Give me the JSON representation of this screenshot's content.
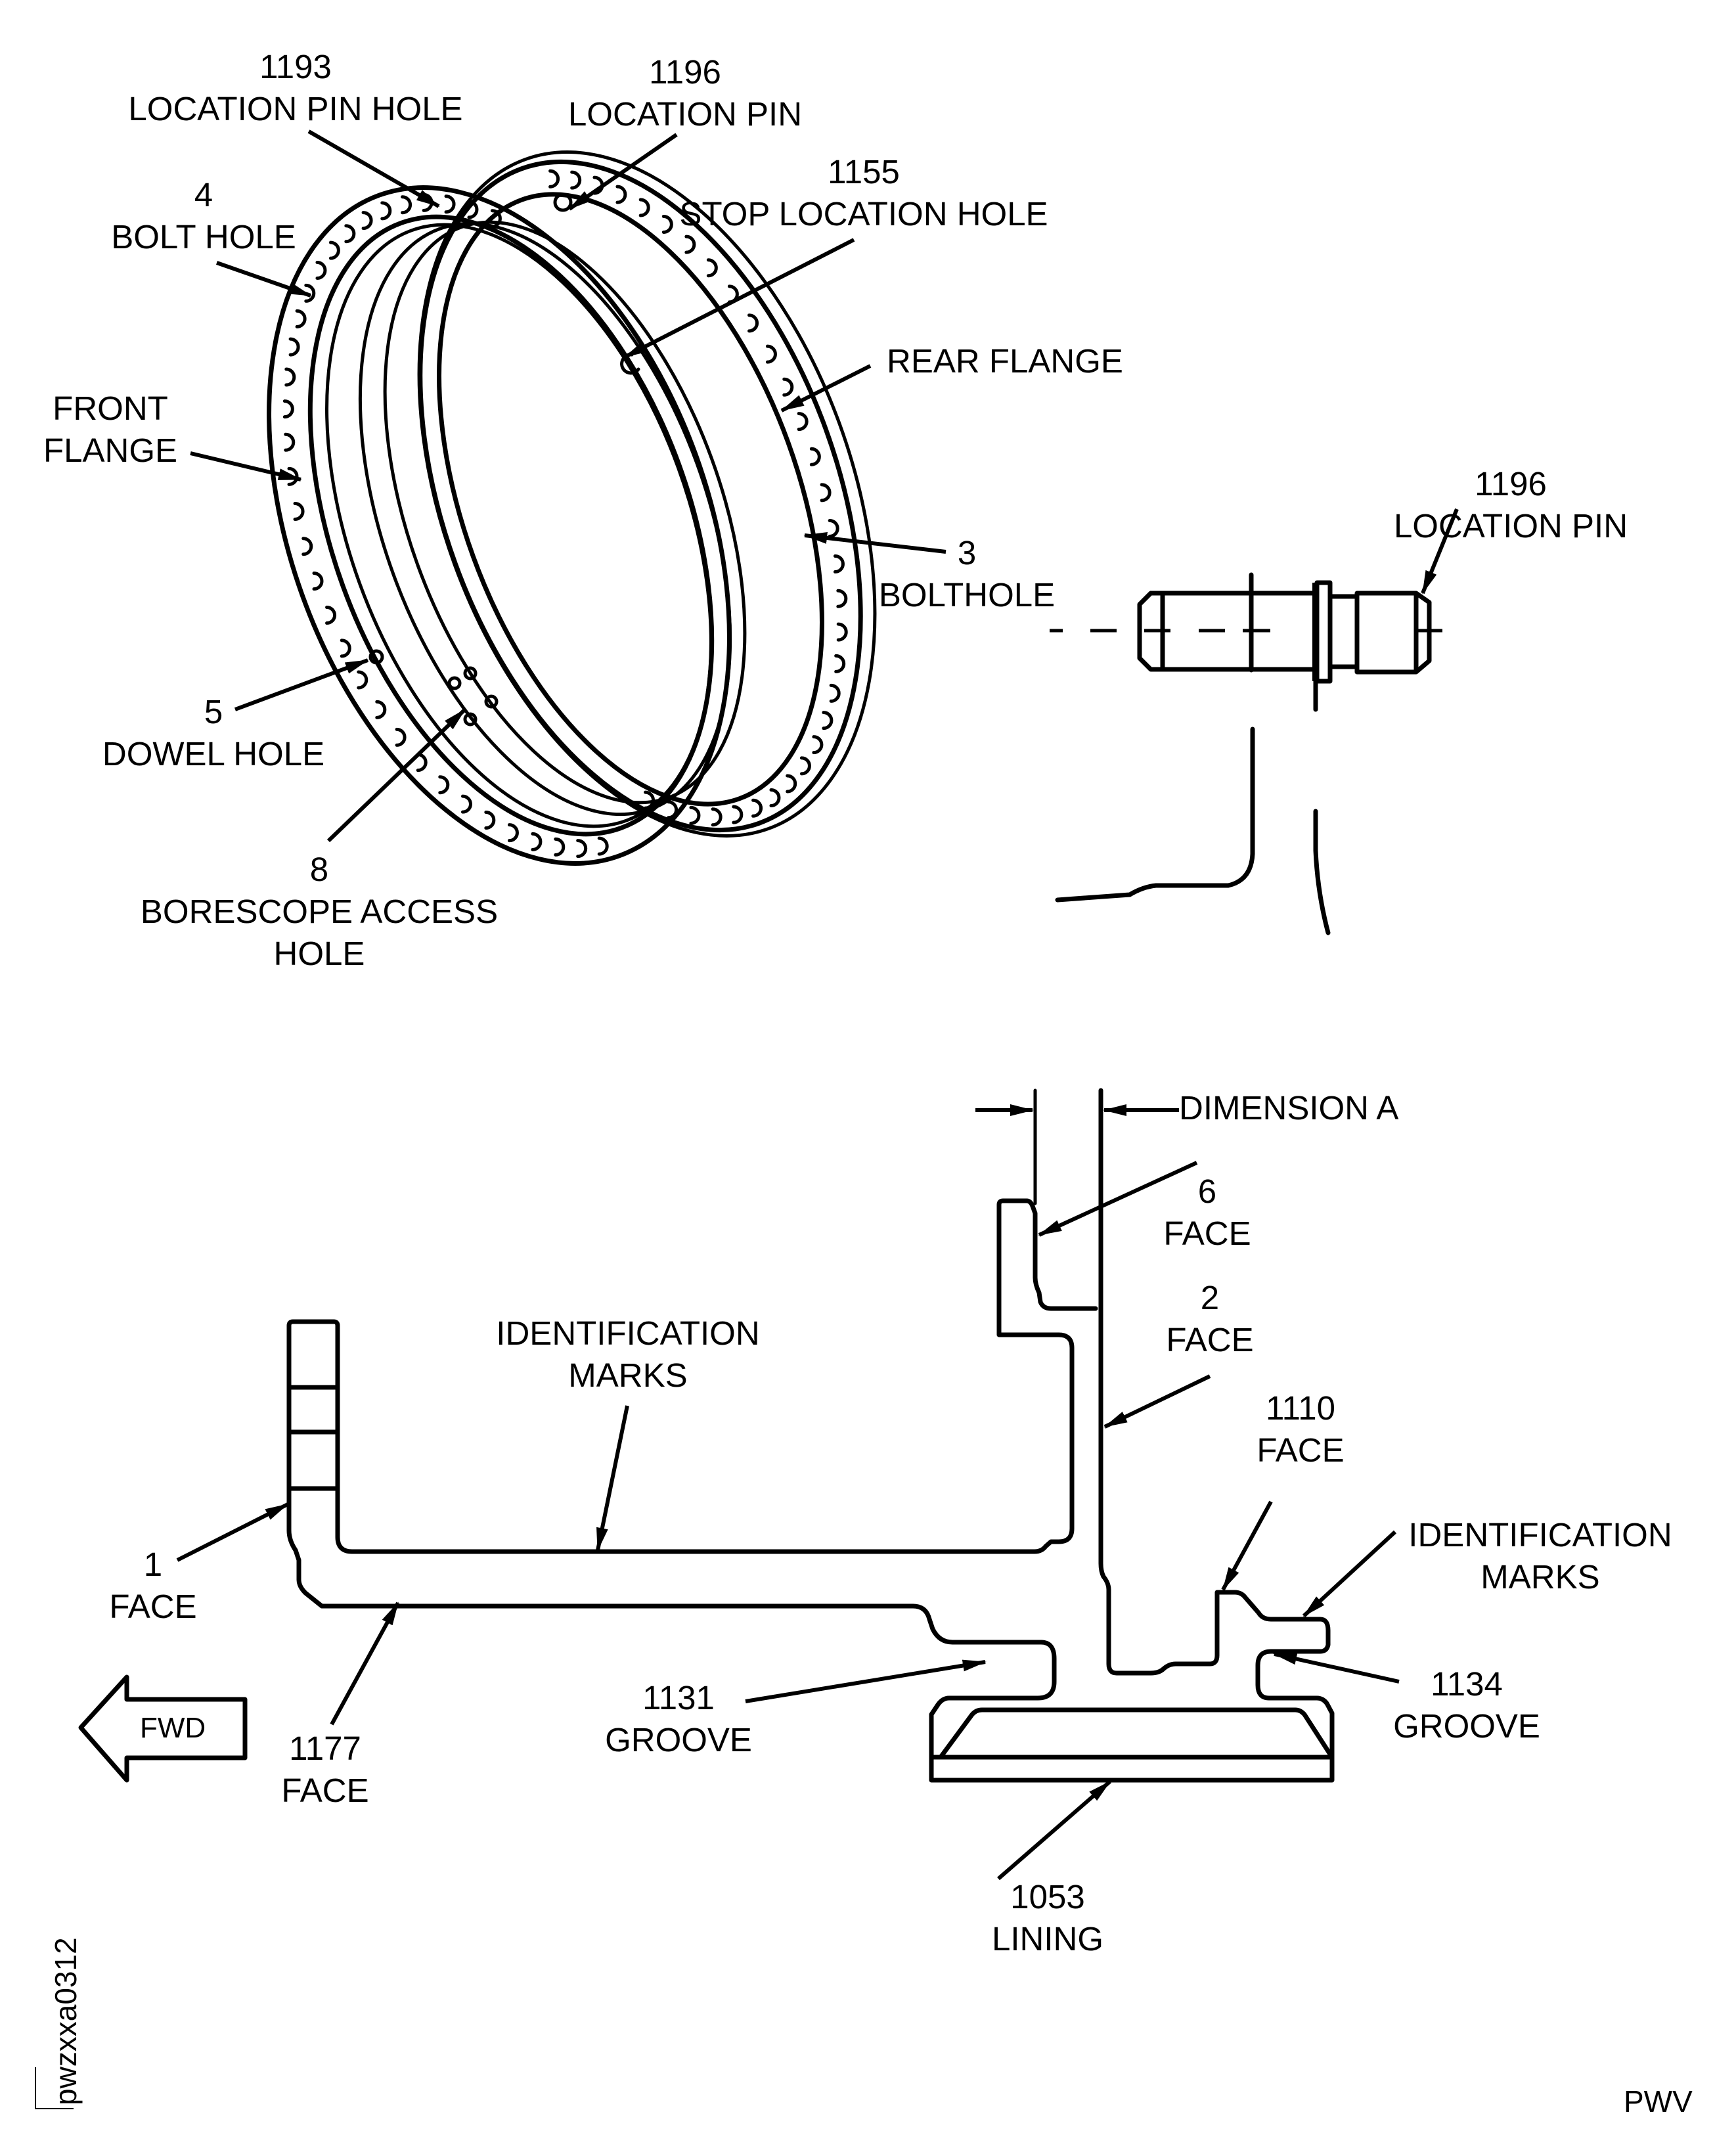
{
  "figure": {
    "id_code": "pwzxxa0312",
    "corner_code": "PWV",
    "direction_arrow": "FWD"
  },
  "ring_view": {
    "callouts": [
      {
        "key": "location_pin_hole",
        "num": "1193",
        "text": "LOCATION PIN HOLE"
      },
      {
        "key": "location_pin",
        "num": "1196",
        "text": "LOCATION PIN"
      },
      {
        "key": "stop_location_hole",
        "num": "1155",
        "text": "STOP LOCATION HOLE"
      },
      {
        "key": "bolt_hole_front",
        "num": "4",
        "text": "BOLT HOLE"
      },
      {
        "key": "rear_flange",
        "num": "",
        "text": "REAR FLANGE"
      },
      {
        "key": "front_flange",
        "num": "",
        "text": "FRONT\nFLANGE",
        "lines": [
          "FRONT",
          "FLANGE"
        ]
      },
      {
        "key": "bolthole_rear",
        "num": "3",
        "text": "BOLTHOLE"
      },
      {
        "key": "dowel_hole",
        "num": "5",
        "text": "DOWEL HOLE"
      },
      {
        "key": "borescope_access_hole",
        "num": "8",
        "lines": [
          "BORESCOPE ACCESS",
          "HOLE"
        ]
      }
    ]
  },
  "pin_detail": {
    "num": "1196",
    "text": "LOCATION PIN"
  },
  "section_view": {
    "callouts": [
      {
        "key": "dimension_a",
        "text": "DIMENSION A"
      },
      {
        "key": "face_6",
        "num": "6",
        "text": "FACE"
      },
      {
        "key": "face_2",
        "num": "2",
        "text": "FACE"
      },
      {
        "key": "face_1110",
        "num": "1110",
        "text": "FACE"
      },
      {
        "key": "ident_marks_top",
        "lines": [
          "IDENTIFICATION",
          "MARKS"
        ]
      },
      {
        "key": "ident_marks_right",
        "lines": [
          "IDENTIFICATION",
          "MARKS"
        ]
      },
      {
        "key": "face_1",
        "num": "1",
        "text": "FACE"
      },
      {
        "key": "face_1177",
        "num": "1177",
        "text": "FACE"
      },
      {
        "key": "groove_1131",
        "num": "1131",
        "text": "GROOVE"
      },
      {
        "key": "groove_1134",
        "num": "1134",
        "text": "GROOVE"
      },
      {
        "key": "lining_1053",
        "num": "1053",
        "text": "LINING"
      }
    ]
  }
}
